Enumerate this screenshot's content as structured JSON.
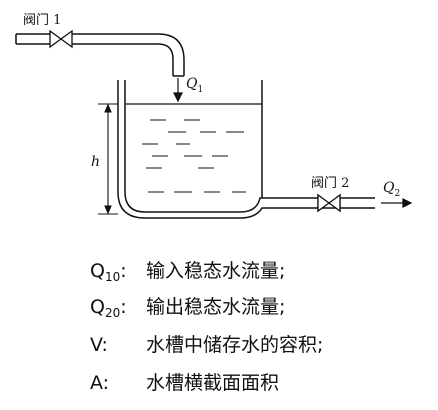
{
  "diagram": {
    "valve1_label": "阀门 1",
    "valve2_label": "阀门 2",
    "q1_label": "Q",
    "q1_sub": "1",
    "q2_label": "Q",
    "q2_sub": "2",
    "height_label": "h"
  },
  "legend": [
    {
      "sym": "Q",
      "sub": "10",
      "sep": ":",
      "text": "输入稳态水流量;"
    },
    {
      "sym": "Q",
      "sub": "20",
      "sep": ":",
      "text": "输出稳态水流量;"
    },
    {
      "sym": "V",
      "sub": "",
      "sep": ":",
      "text": "水槽中储存水的容积;"
    },
    {
      "sym": "A",
      "sub": "",
      "sep": ":",
      "text": "水槽横截面面积"
    }
  ]
}
